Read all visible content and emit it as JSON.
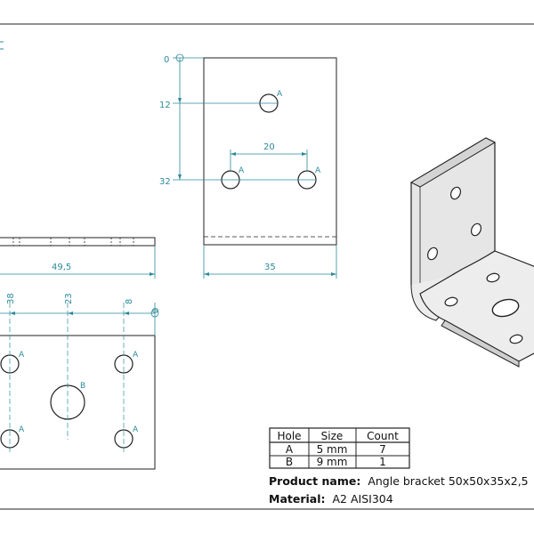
{
  "dimensions": {
    "top_view": {
      "d0": "0",
      "d12": "12",
      "d32": "32",
      "d20": "20",
      "d35": "35"
    },
    "side_view": {
      "d49_5": "49,5"
    },
    "front_view": {
      "d38": "38",
      "d23": "23",
      "d8": "8",
      "d0": "0"
    }
  },
  "hole_labels": {
    "a": "A",
    "b": "B"
  },
  "holes_table": {
    "headers": [
      "Hole",
      "Size",
      "Count"
    ],
    "rows": [
      {
        "hole": "A",
        "size": "5 mm",
        "count": "7"
      },
      {
        "hole": "B",
        "size": "9 mm",
        "count": "1"
      }
    ]
  },
  "product": {
    "label": "Product name:",
    "value": "Angle bracket 50x50x35x2,5"
  },
  "material": {
    "label": "Material:",
    "value": "A2 AISI304"
  },
  "colors": {
    "dimension": "#2b8a9a",
    "outline": "#222222",
    "part_fill": "#e6e6e6"
  }
}
